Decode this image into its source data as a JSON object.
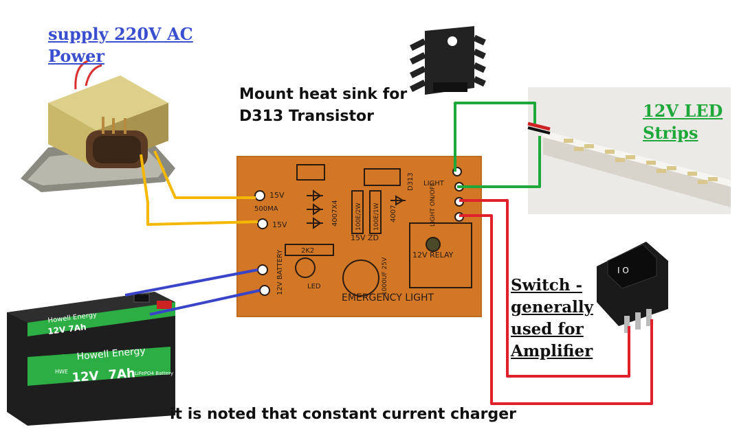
{
  "labels": {
    "supply": [
      "supply 220V AC",
      "Power"
    ],
    "heatsink": [
      "Mount heat sink for",
      "D313 Transistor"
    ],
    "led": [
      "12V LED",
      "Strips"
    ],
    "switch": [
      "Switch -",
      "generally",
      "used for",
      "Amplifier"
    ],
    "note": "it is noted that constant current charger"
  },
  "pcb": {
    "in_top": "15V",
    "in_mid": "500MA",
    "in_bot": "15V",
    "part_diodes": "4007X4",
    "resistor_a": "100E/2W",
    "resistor_b": "100E/1W",
    "diode_single": "4007",
    "transistor": "D313",
    "light": "LIGHT",
    "light_switch": "LIGHT ON/OFF",
    "resistor_c": "2K2",
    "zener": "15V ZD",
    "cap": "1000UF 25V",
    "relay": "12V RELAY",
    "battery": "12V BATTERY",
    "led": "LED",
    "title": "EMERGENCY LIGHT"
  },
  "battery": {
    "brand": "Howell Energy",
    "logo": "HWE",
    "top_rating": "12V  7Ah",
    "front_voltage": "12V",
    "front_capacity": "7Ah",
    "chem": "LiFePO4 Battery"
  },
  "switch_icon": {
    "marks": "I O"
  },
  "colors": {
    "wire_yellow": "#f5b800",
    "wire_blue": "#3a44c8",
    "wire_green": "#1fa83a",
    "wire_red": "#e0202a",
    "pcb": "#d27726",
    "supply_text": "#3a4fd0",
    "led_text": "#1fa83a"
  }
}
